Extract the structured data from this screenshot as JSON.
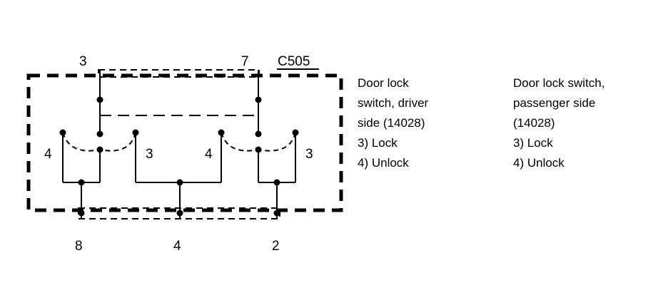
{
  "connector": {
    "id": "C505"
  },
  "pins": {
    "top_left": "3",
    "top_right": "7",
    "bottom_left": "8",
    "bottom_mid": "4",
    "bottom_right": "2"
  },
  "switch_driver": {
    "pos_left": "4",
    "pos_right": "3"
  },
  "switch_passenger": {
    "pos_left": "4",
    "pos_right": "3"
  },
  "legend_driver": {
    "lines": [
      "Door lock",
      "switch, driver",
      "side (14028)",
      "3) Lock",
      "4) Unlock"
    ]
  },
  "legend_passenger": {
    "lines": [
      "Door lock switch,",
      "passenger side",
      "(14028)",
      "3) Lock",
      "4) Unlock"
    ]
  }
}
